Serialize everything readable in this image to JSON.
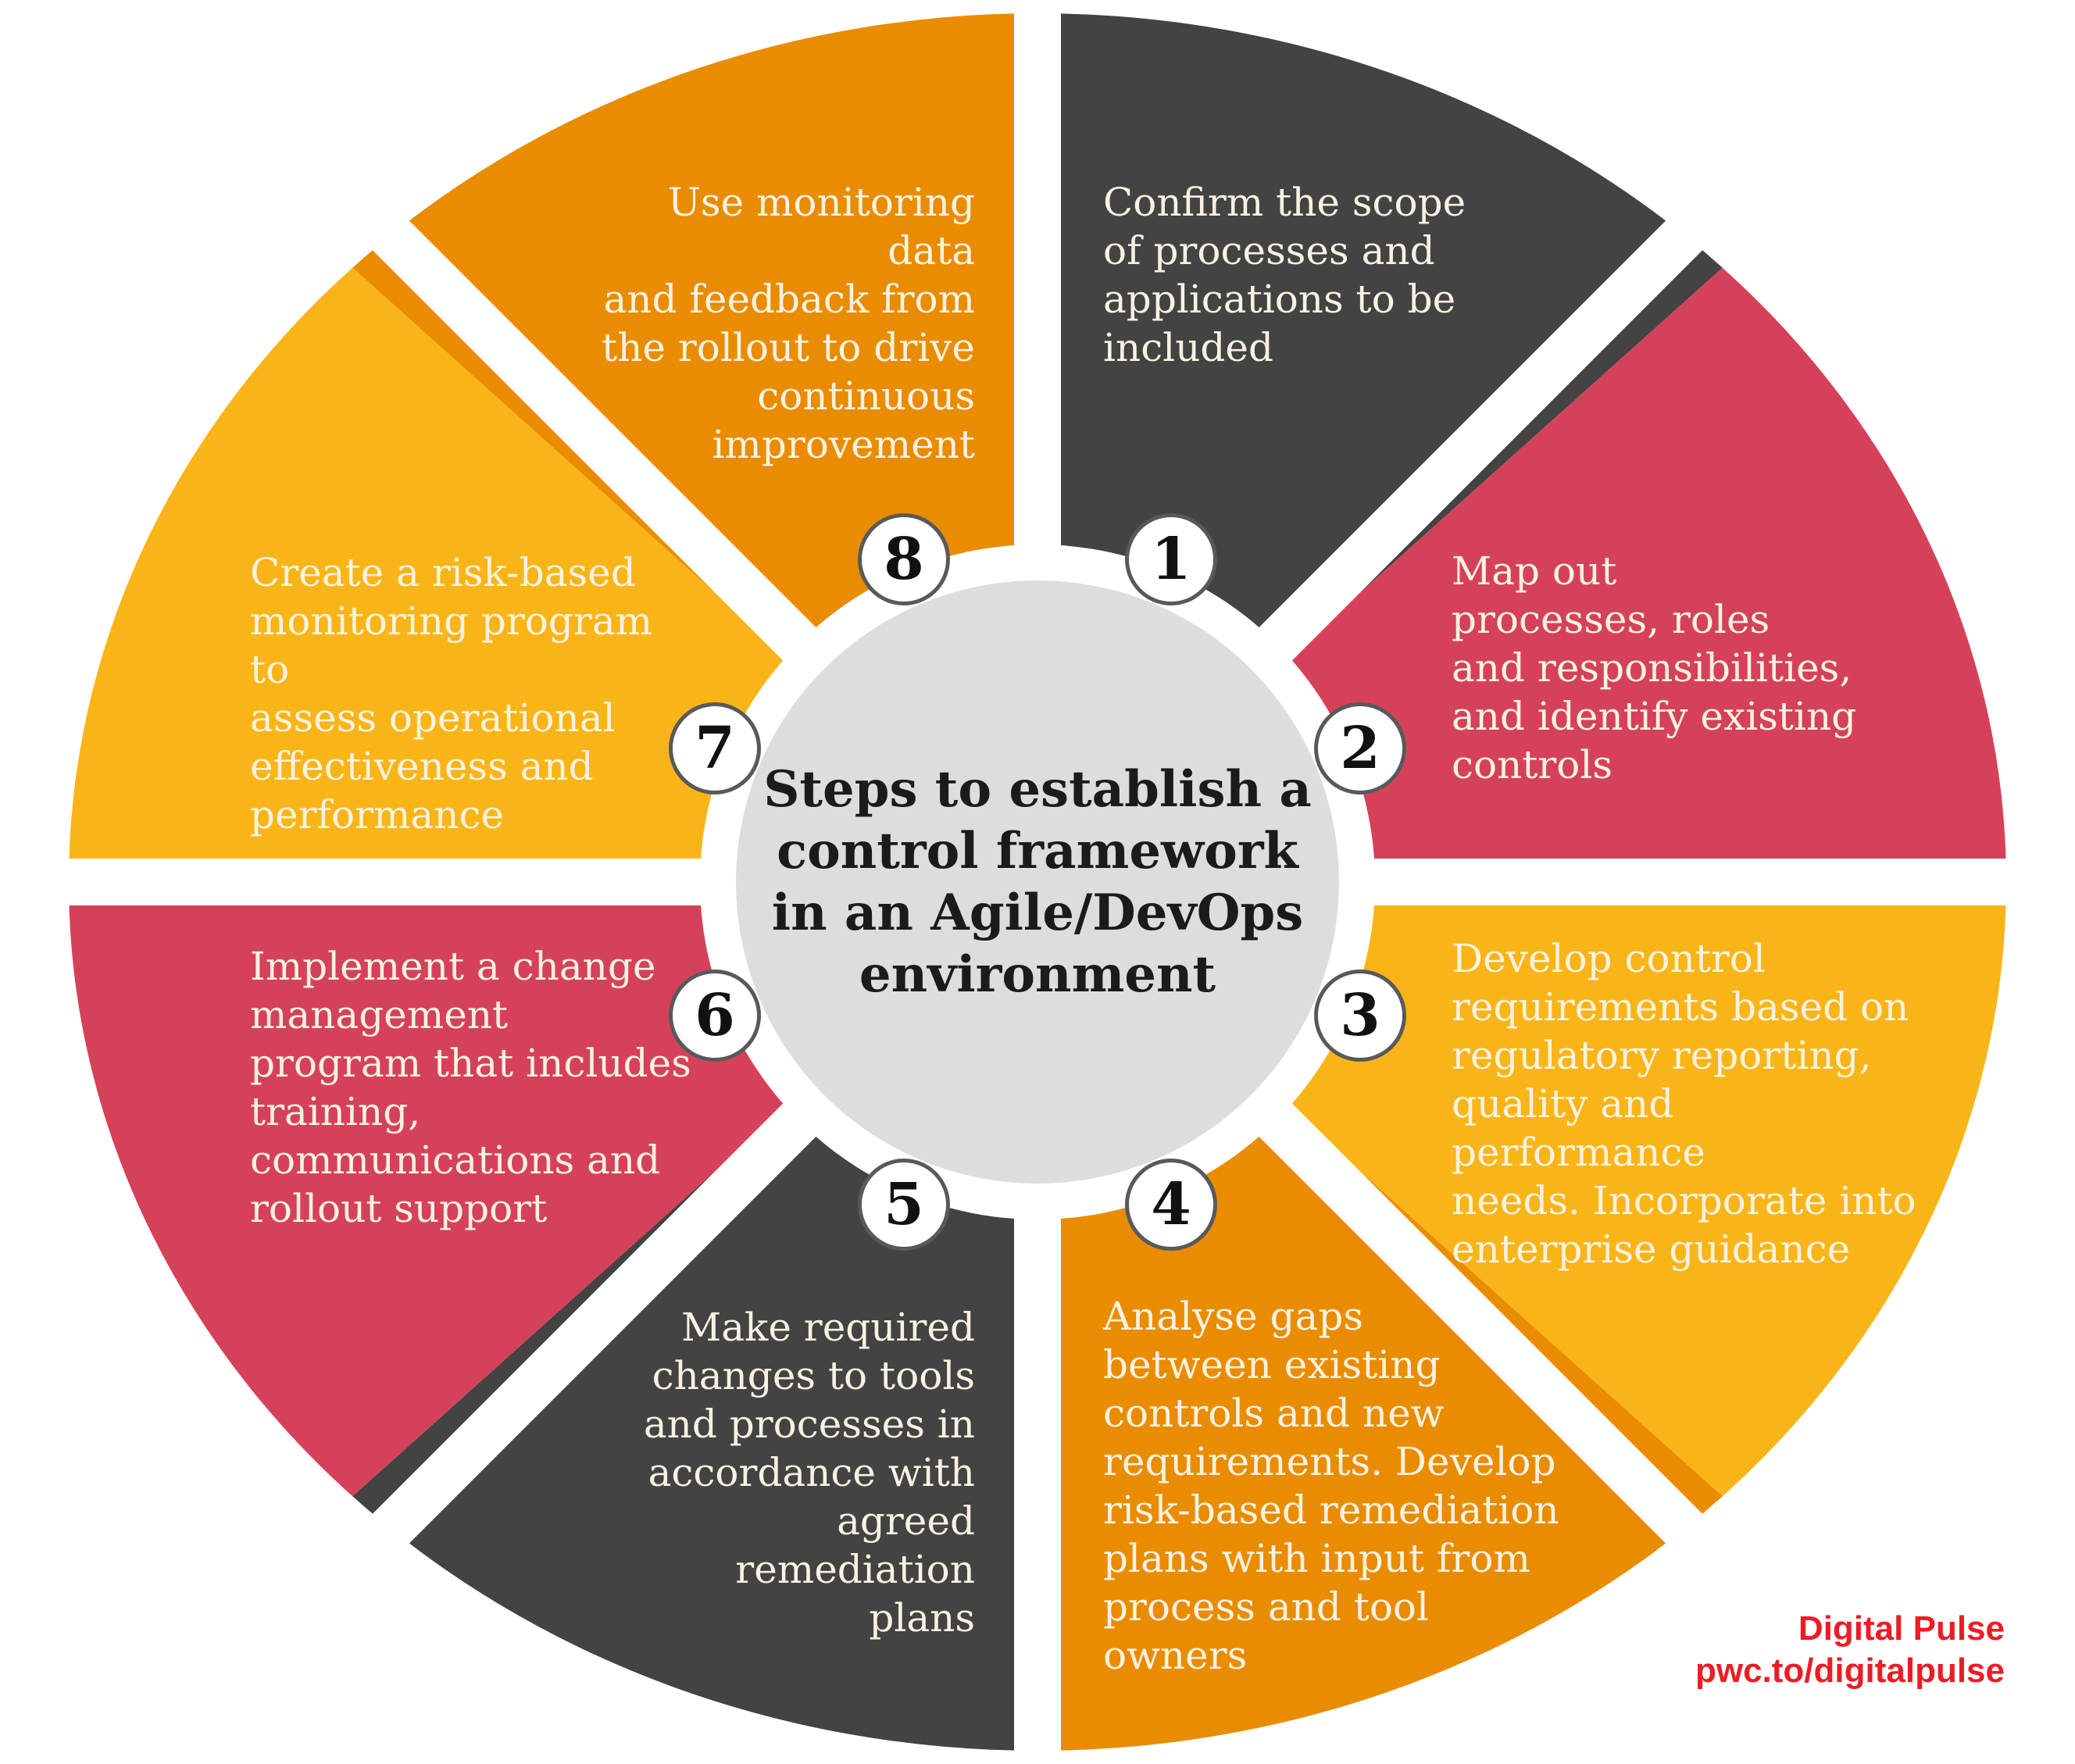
{
  "wheel": {
    "center_title": "Steps to establish a\ncontrol framework\nin an Agile/DevOps\nenvironment",
    "center_bg": "#DDDDDD",
    "center_text_color": "#1B1B1B",
    "separator_color": "#FFFFFF",
    "badge_style": {
      "bg": "#FFFFFF",
      "border": "#58595B",
      "number_color": "#111111"
    },
    "segments": [
      {
        "number": "1",
        "color": "#434343",
        "text": "Confirm the scope\nof processes and\napplications to be\nincluded"
      },
      {
        "number": "2",
        "color": "#D6415A",
        "text": "Map out\nprocesses, roles\nand responsibilities,\nand identify existing\ncontrols"
      },
      {
        "number": "3",
        "color": "#F9B517",
        "text": "Develop control\nrequirements based on\nregulatory reporting,\nquality and performance\nneeds. Incorporate into\nenterprise guidance"
      },
      {
        "number": "4",
        "color": "#E98C00",
        "text": "Analyse gaps\nbetween existing\ncontrols and new\nrequirements. Develop\nrisk-based remediation\nplans with input from\nprocess and tool\nowners"
      },
      {
        "number": "5",
        "color": "#434343",
        "text": "Make required\nchanges to tools\nand processes in\naccordance with\nagreed remediation\nplans"
      },
      {
        "number": "6",
        "color": "#D6415A",
        "text": "Implement a change\nmanagement\nprogram that includes\ntraining,\ncommunications and\nrollout support"
      },
      {
        "number": "7",
        "color": "#F9B517",
        "text": "Create a risk-based\nmonitoring program to\nassess operational\neffectiveness and\nperformance"
      },
      {
        "number": "8",
        "color": "#E98C00",
        "text": "Use monitoring data\nand feedback from\nthe rollout to drive\ncontinuous\nimprovement"
      }
    ],
    "text_color": "#F9F2E2"
  },
  "credit": {
    "line1": "Digital Pulse",
    "line2": "pwc.to/digitalpulse",
    "color": "#ED1C24"
  }
}
